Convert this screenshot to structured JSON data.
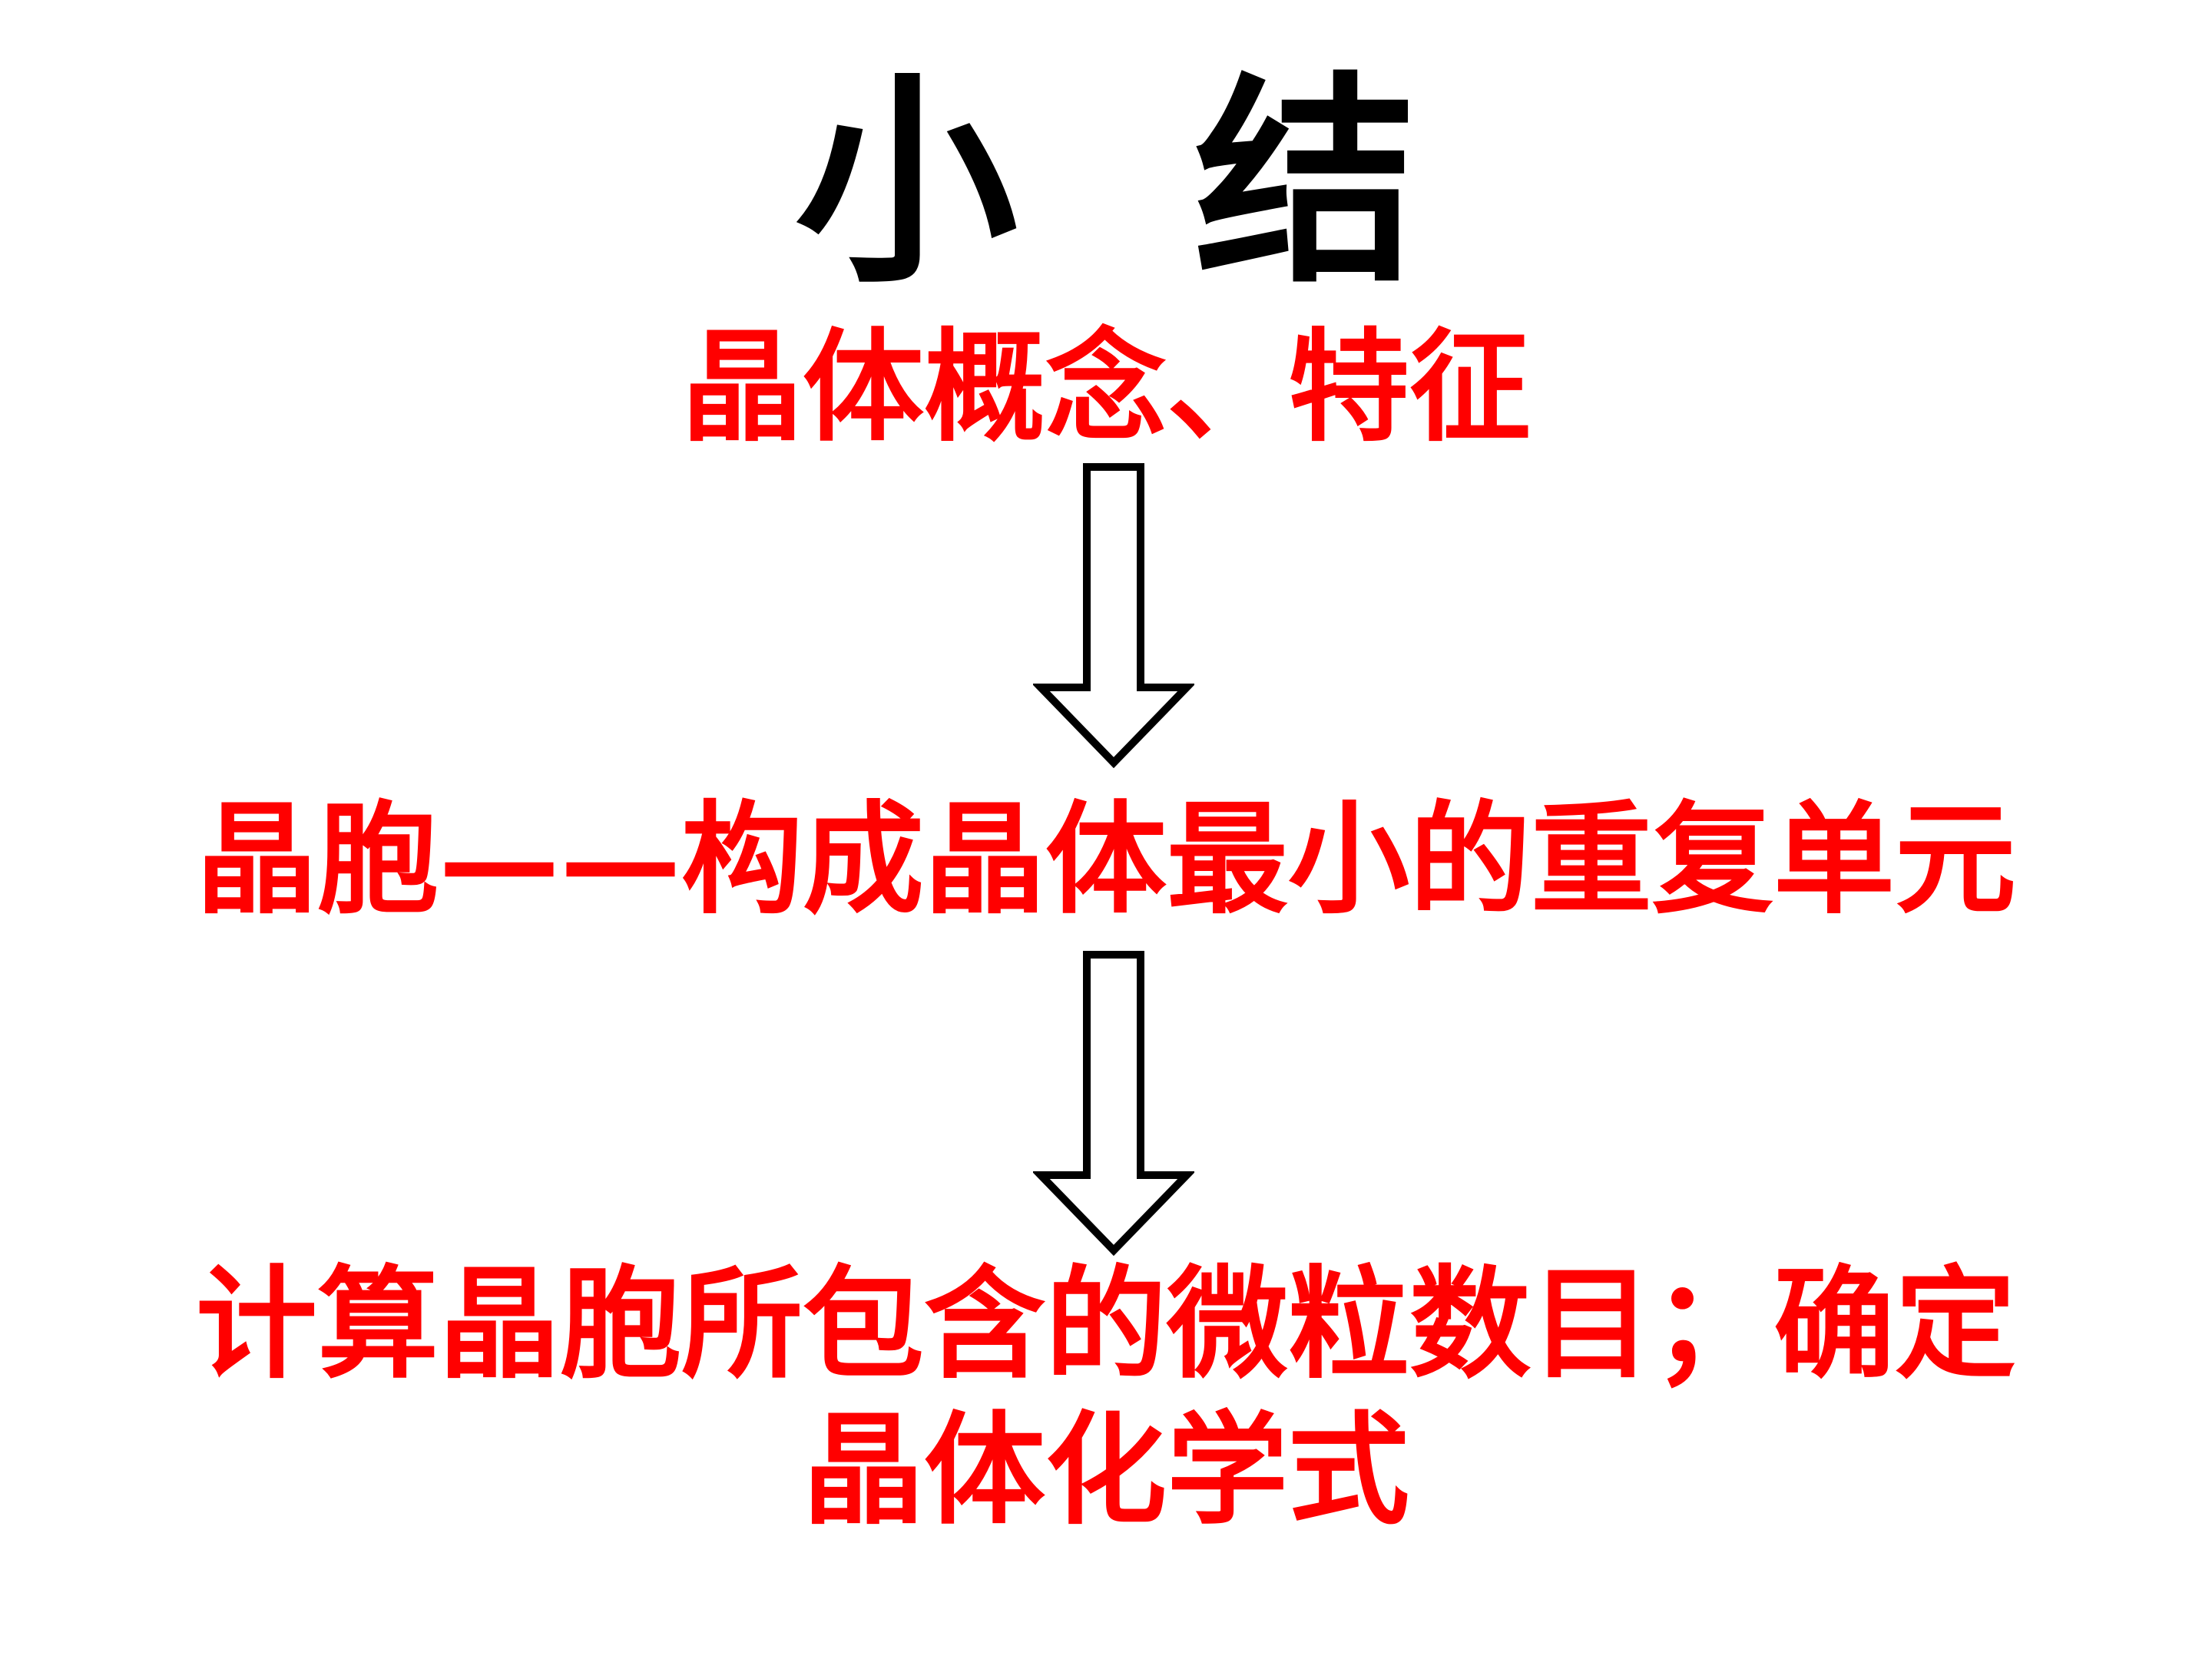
{
  "title": "小结",
  "steps": [
    {
      "text": "晶体概念、特征"
    },
    {
      "text": "晶胞——构成晶体最小的重复单元"
    },
    {
      "text_line1": "计算晶胞所包含的微粒数目；确定",
      "text_line2": "晶体化学式"
    }
  ],
  "colors": {
    "title": "#000000",
    "step_text": "#ff0000",
    "arrow_stroke": "#000000",
    "background": "#ffffff"
  },
  "icons": [
    "down-arrow-icon",
    "down-arrow-icon"
  ]
}
